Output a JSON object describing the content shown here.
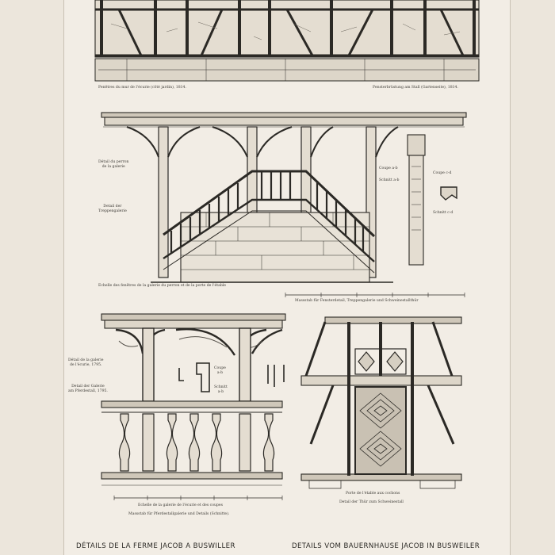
{
  "captions": {
    "top_left": "Fenêtres du mur de l'écurie (côté jardin), 1814.",
    "top_right": "Fensterbrüstung am Stall (Gartenseite), 1814.",
    "gallery_detail_fr": "Détail du perron\nde la galerie",
    "gallery_detail_de": "Detail der\nTreppengalerie",
    "coupe_ab": "Coupe a-b",
    "schnitt_ab": "Schnitt a-b",
    "coupe_cd": "Coupe c-d",
    "schnitt_cd": "Schnitt c-d",
    "staircase_fr": "Echelle des fenêtres de la galerie du perron et de la porte de l'étable",
    "staircase_de": "Massstab für Fensterdetail, Treppengalerie und Schweinestallthür",
    "balustrade_fr": "Détail de la galerie\nde l'écurie, 1795.",
    "balustrade_de": "Detail der Galerie\nam Pferdestall, 1795.",
    "coupe_ab2": "Coupe\na-b",
    "schnitt_ab2": "Schnitt\na-b",
    "scale_fr": "Echelle de la galerie de l'écurie et des coupes",
    "scale_de": "Massstab für Pferdestallgalerie und Details (Schnitte).",
    "door_fr": "Porte de l'étable aux cochons",
    "door_de": "Detail der Thür zum Schweinestall"
  },
  "title_fr": "DÉTAILS DE LA FERME JACOB A BUSWILLER",
  "title_de": "DETAILS VOM BAUERNHAUSE JACOB IN BUSWEILER",
  "colors": {
    "ink": "#2b2925",
    "paper": "#f2ede5",
    "margin": "#ece6dc"
  }
}
